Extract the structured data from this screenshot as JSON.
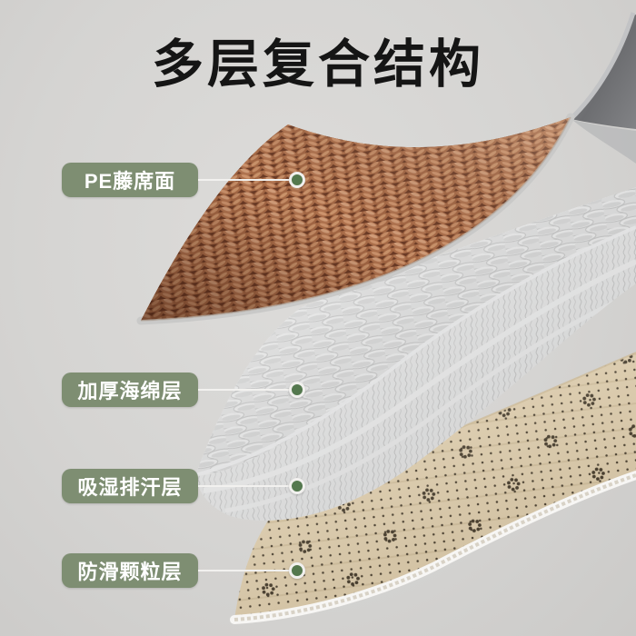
{
  "title": "多层复合结构",
  "callouts": [
    {
      "text": "PE藤席面"
    },
    {
      "text": "加厚海绵层"
    },
    {
      "text": "吸湿排汗层"
    },
    {
      "text": "防滑颗粒层"
    }
  ],
  "illustration": {
    "layer_names": [
      "rattan-weave-surface",
      "thick-sponge-layer",
      "moisture-wicking-edge",
      "anti-slip-particle-backing"
    ]
  },
  "colors": {
    "background": "#d6d5d3",
    "title_text": "#151515",
    "label_pill_green": "#7e8e72",
    "label_text": "#ffffff",
    "marker_dot_green": "#54784e",
    "leader_line": "#f2f1ef",
    "rattan_brown": "#b0714f",
    "sponge_white": "#f2f2f1",
    "beige_backing": "#e6d6b6",
    "curl_gray": "#76777a"
  }
}
